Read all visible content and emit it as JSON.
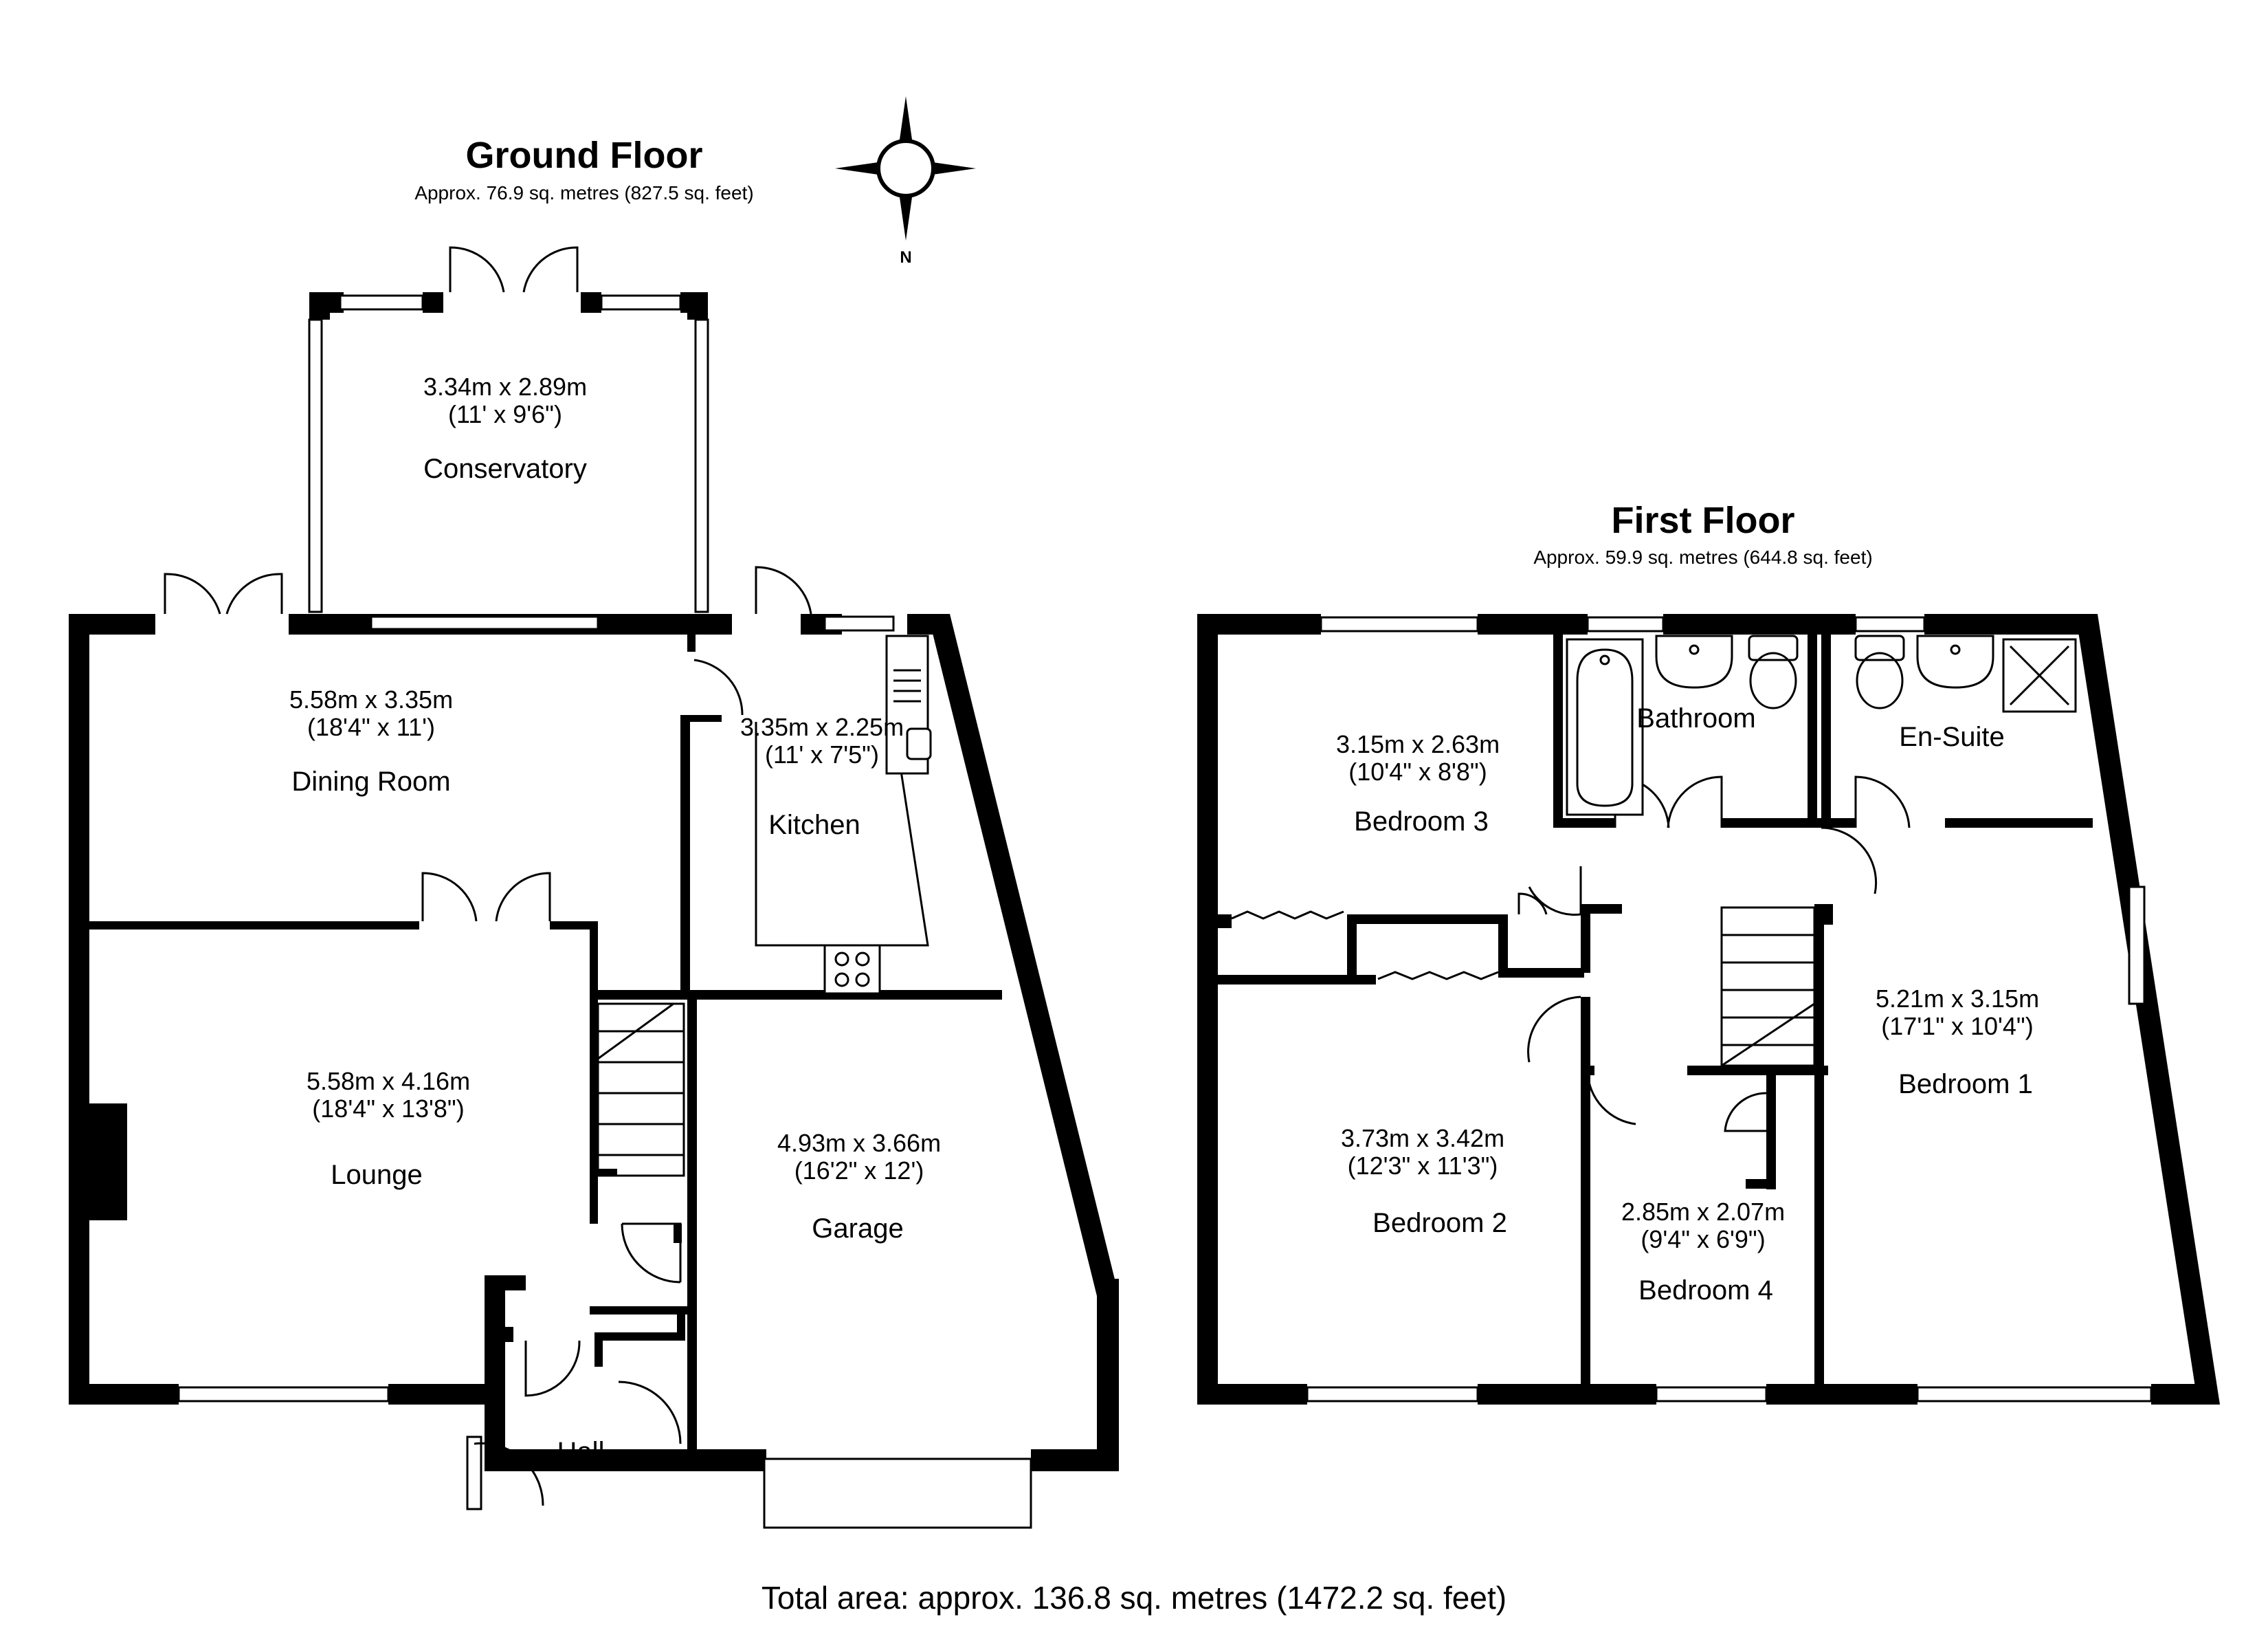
{
  "ground_floor": {
    "title": "Ground Floor",
    "area": "Approx. 76.9 sq. metres (827.5 sq. feet)",
    "rooms": {
      "conservatory": {
        "name": "Conservatory",
        "dim_m": "3.34m x 2.89m",
        "dim_ft": "(11' x 9'6\")"
      },
      "dining_room": {
        "name": "Dining Room",
        "dim_m": "5.58m x 3.35m",
        "dim_ft": "(18'4\" x 11')"
      },
      "kitchen": {
        "name": "Kitchen",
        "dim_m": "3.35m x 2.25m",
        "dim_ft": "(11' x 7'5\")"
      },
      "lounge": {
        "name": "Lounge",
        "dim_m": "5.58m x 4.16m",
        "dim_ft": "(18'4\" x 13'8\")"
      },
      "garage": {
        "name": "Garage",
        "dim_m": "4.93m x 3.66m",
        "dim_ft": "(16'2\" x 12')"
      },
      "hall": {
        "name": "Hall"
      }
    }
  },
  "first_floor": {
    "title": "First Floor",
    "area": "Approx. 59.9 sq. metres (644.8 sq. feet)",
    "rooms": {
      "bedroom_3": {
        "name": "Bedroom 3",
        "dim_m": "3.15m x 2.63m",
        "dim_ft": "(10'4\" x 8'8\")"
      },
      "bathroom": {
        "name": "Bathroom"
      },
      "en_suite": {
        "name": "En-Suite"
      },
      "bedroom_2": {
        "name": "Bedroom 2",
        "dim_m": "3.73m x 3.42m",
        "dim_ft": "(12'3\" x 11'3\")"
      },
      "bedroom_4": {
        "name": "Bedroom 4",
        "dim_m": "2.85m x 2.07m",
        "dim_ft": "(9'4\" x 6'9\")"
      },
      "bedroom_1": {
        "name": "Bedroom 1",
        "dim_m": "5.21m x 3.15m",
        "dim_ft": "(17'1\" x 10'4\")"
      }
    }
  },
  "compass": {
    "label": "N"
  },
  "total_area": "Total area: approx. 136.8 sq. metres (1472.2 sq. feet)"
}
